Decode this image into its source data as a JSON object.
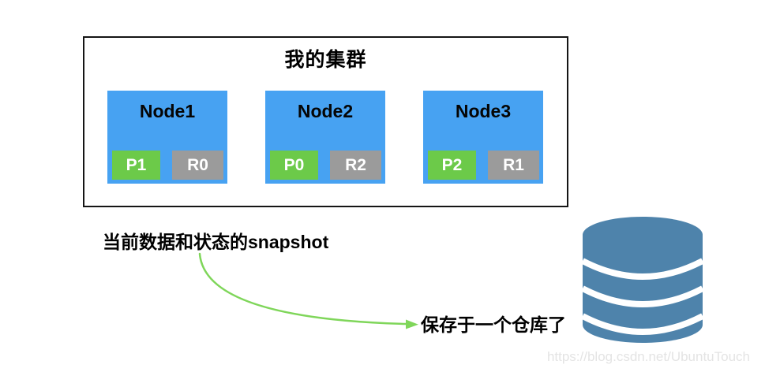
{
  "cluster": {
    "title": "我的集群",
    "nodes": [
      {
        "name": "Node1",
        "primary": "P1",
        "replica": "R0"
      },
      {
        "name": "Node2",
        "primary": "P0",
        "replica": "R2"
      },
      {
        "name": "Node3",
        "primary": "P2",
        "replica": "R1"
      }
    ]
  },
  "labels": {
    "snapshot": "当前数据和状态的snapshot",
    "repository": "保存于一个仓库了"
  },
  "watermark": {
    "text": "https://blog.csdn.net/UbuntuTouch"
  },
  "icons": {
    "database": "database-icon",
    "arrow": "curved-arrow-icon"
  },
  "colors": {
    "node_blue": "#47a2f2",
    "primary_green": "#6cca49",
    "replica_gray": "#9b9b9b",
    "arrow_green": "#7fd65a",
    "database_blue": "#4e83ab",
    "border_black": "#151515",
    "watermark_gray": "#e4e4e4"
  }
}
